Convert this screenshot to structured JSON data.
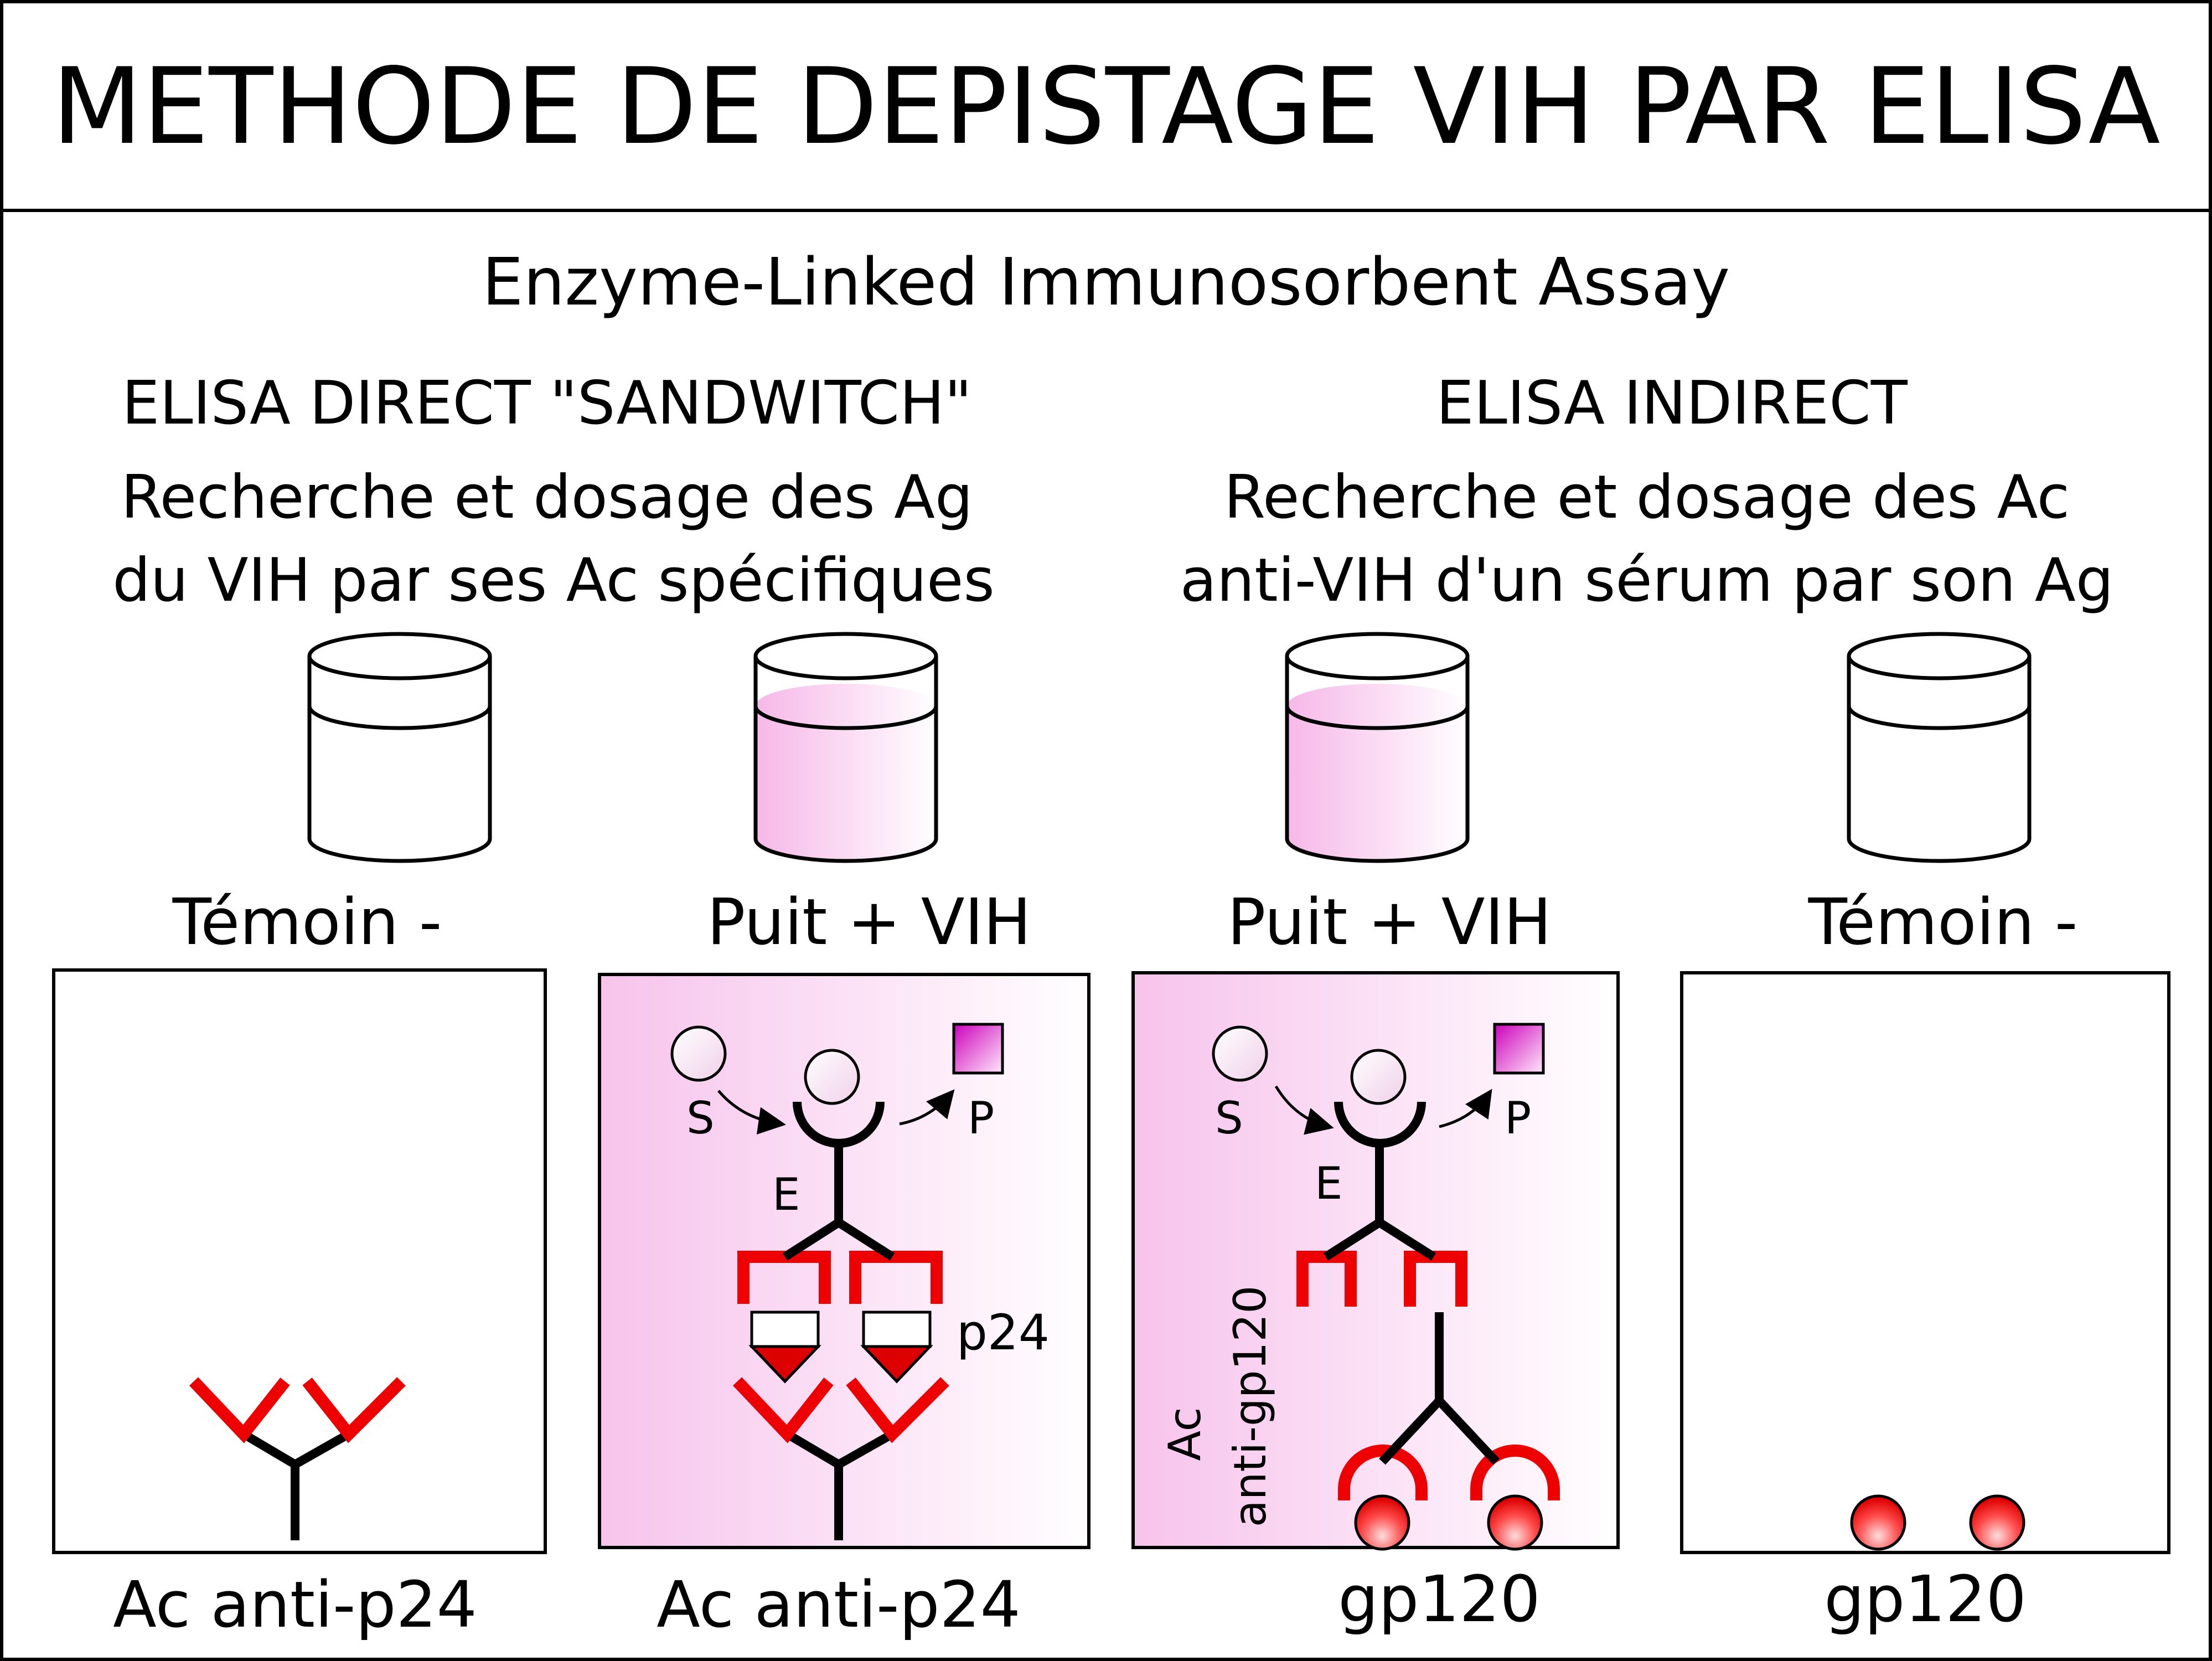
{
  "title": "METHODE DE DEPISTAGE VIH PAR ELISA",
  "subtitle": "Enzyme-Linked Immunosorbent Assay",
  "direct": {
    "heading": "ELISA DIRECT \"SANDWITCH\"",
    "desc_line1": "Recherche et dosage des Ag",
    "desc_line2": "du VIH par ses Ac spécifiques",
    "control_label": "Témoin -",
    "test_label": "Puit + VIH",
    "control_bottom": "Ac anti-p24",
    "test_bottom": "Ac anti-p24",
    "substrate": "S",
    "product": "P",
    "enzyme": "E",
    "antigen": "p24"
  },
  "indirect": {
    "heading": "ELISA INDIRECT",
    "desc_line1": "Recherche et dosage des Ac",
    "desc_line2": "anti-VIH d'un sérum par son Ag",
    "test_label": "Puit + VIH",
    "control_label": "Témoin -",
    "test_bottom": "gp120",
    "control_bottom": "gp120",
    "substrate": "S",
    "product": "P",
    "enzyme": "E",
    "antibody_line1": "Ac",
    "antibody_line2": "anti-gp120"
  },
  "colors": {
    "antibody_red": "#ee0000",
    "pink_fill": "#f9c6ee",
    "product_magenta": "#dd00cc",
    "outline": "#000000"
  }
}
